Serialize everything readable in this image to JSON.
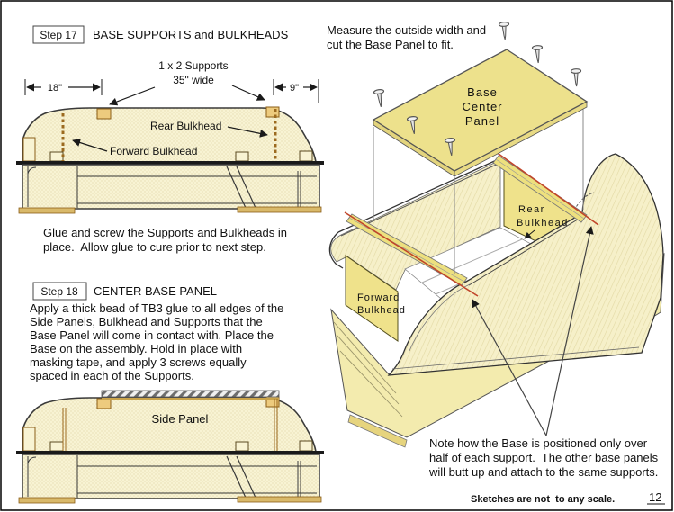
{
  "page": {
    "footer_note": "Sketches are not  to any scale.",
    "number": "12"
  },
  "step17": {
    "badge": "Step 17",
    "title": "BASE SUPPORTS and BULKHEADS",
    "supports_label": "1 x 2 Supports",
    "supports_width": "35\" wide",
    "dim_left": "18\"",
    "dim_right": "9\"",
    "rear_bulkhead_label": "Rear Bulkhead",
    "forward_bulkhead_label": "Forward Bulkhead",
    "instruction_lines": [
      "Glue and screw the Supports and Bulkheads in",
      "place.  Allow glue to cure prior to next step."
    ]
  },
  "step18": {
    "badge": "Step 18",
    "title": "CENTER BASE PANEL",
    "instruction_lines": [
      "Apply a thick bead of TB3 glue to all edges of the",
      "Side Panels, Bulkhead and Supports that the",
      "Base Panel will come in contact with. Place the",
      "Base on the assembly. Hold in place with",
      "masking tape, and apply 3 screws equally",
      "spaced in each of the Supports."
    ],
    "side_panel_label": "Side Panel"
  },
  "assembly": {
    "measure_lines": [
      "Measure the outside width and",
      "cut the Base Panel to fit."
    ],
    "base_panel_lines": [
      "Base",
      "Center",
      "Panel"
    ],
    "rear_bulkhead_lines": [
      "Rear",
      "Bulkhead"
    ],
    "forward_bulkhead_lines": [
      "Forward",
      "Bulkhead"
    ],
    "note_lines": [
      "Note how the Base is positioned only over",
      "half of each support.  The other base panels",
      "will butt up and attach to the same supports."
    ]
  },
  "icons": {
    "fastener": "screw-icon"
  },
  "colors": {
    "body_cream": "#F8F3D3",
    "panel_yellow": "#EFE28B",
    "support_band_yellow": "#EDE07E",
    "base_panel_yellow": "#EDE18C",
    "support_tan": "#EDCB7E",
    "skid_tan": "#D9B96A",
    "glue_red": "#C0452A",
    "outline_dark": "#3A3A3A",
    "brown": "#8A5E17"
  }
}
